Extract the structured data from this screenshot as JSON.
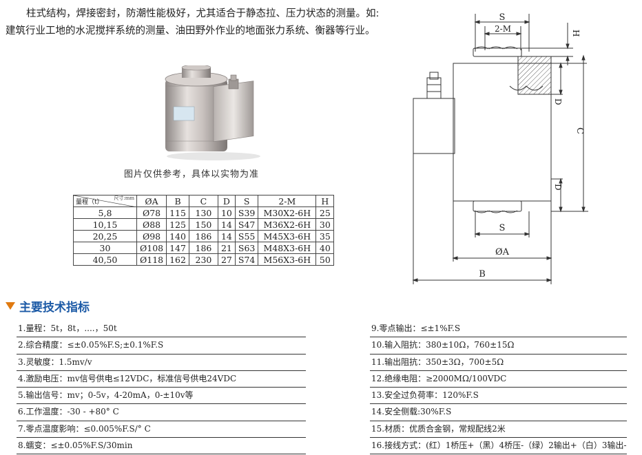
{
  "intro": {
    "line1": "柱式结构，焊接密封，防潮性能极好，尤其适合于静态拉、压力状态的测量。如:",
    "line2": "建筑行业工地的水泥搅拌系统的测量、油田野外作业的地面张力系统、衡器等行业。"
  },
  "caption": "图片仅供参考，具体以实物为准",
  "table": {
    "corner_top": "尺寸:mm",
    "corner_bottom": "量程（t）",
    "headers": [
      "ØA",
      "B",
      "C",
      "D",
      "S",
      "2-M",
      "H"
    ],
    "rows": [
      [
        "5,8",
        "Ø78",
        "115",
        "130",
        "10",
        "S39",
        "M30X2-6H",
        "25"
      ],
      [
        "10,15",
        "Ø88",
        "125",
        "150",
        "14",
        "S47",
        "M36X2-6H",
        "30"
      ],
      [
        "20,25",
        "Ø98",
        "140",
        "186",
        "14",
        "S55",
        "M45X3-6H",
        "35"
      ],
      [
        "30",
        "Ø108",
        "147",
        "186",
        "21",
        "S63",
        "M48X3-6H",
        "40"
      ],
      [
        "40,50",
        "Ø118",
        "162",
        "230",
        "27",
        "S74",
        "M56X3-6H",
        "50"
      ]
    ]
  },
  "drawing": {
    "s_top": "S",
    "m_label": "2-M",
    "h_label": "H",
    "d_top": "D",
    "c_label": "C",
    "d_bottom": "D",
    "s_bottom": "S",
    "a_label": "ØA",
    "b_label": "B"
  },
  "section_title": "主要技术指标",
  "params_left": [
    "1.量程：5t，8t，....，50t",
    "2.综合精度：≤±0.05%F.S;±0.1%F.S",
    "3.灵敏度：1.5mv/v",
    "4.激励电压：mv信号供电≤12VDC，标准信号供电24VDC",
    "5.输出信号：mv；0-5v，4-20mA，0-±10v等",
    "6.工作温度：-30 - +80° C",
    "7.零点温度影响：≤0.005%F.S/° C",
    "8.蠕变：≤±0.05%F.S/30min"
  ],
  "params_right": [
    "9.零点输出：≤±1%F.S",
    "10.输入阻抗：380±10Ω，760±15Ω",
    "11.输出阻抗：350±3Ω，700±5Ω",
    "12.绝缘电阻：≥2000MΩ/100VDC",
    "13.安全过负荷率：120%F.S",
    "14.安全侧载:30%F.S",
    "15.材质：优质合金钢，常规配线2米",
    "16.接线方式：(红）1桥压+（黑）4桥压-（绿）2输出+（白）3输出-"
  ]
}
